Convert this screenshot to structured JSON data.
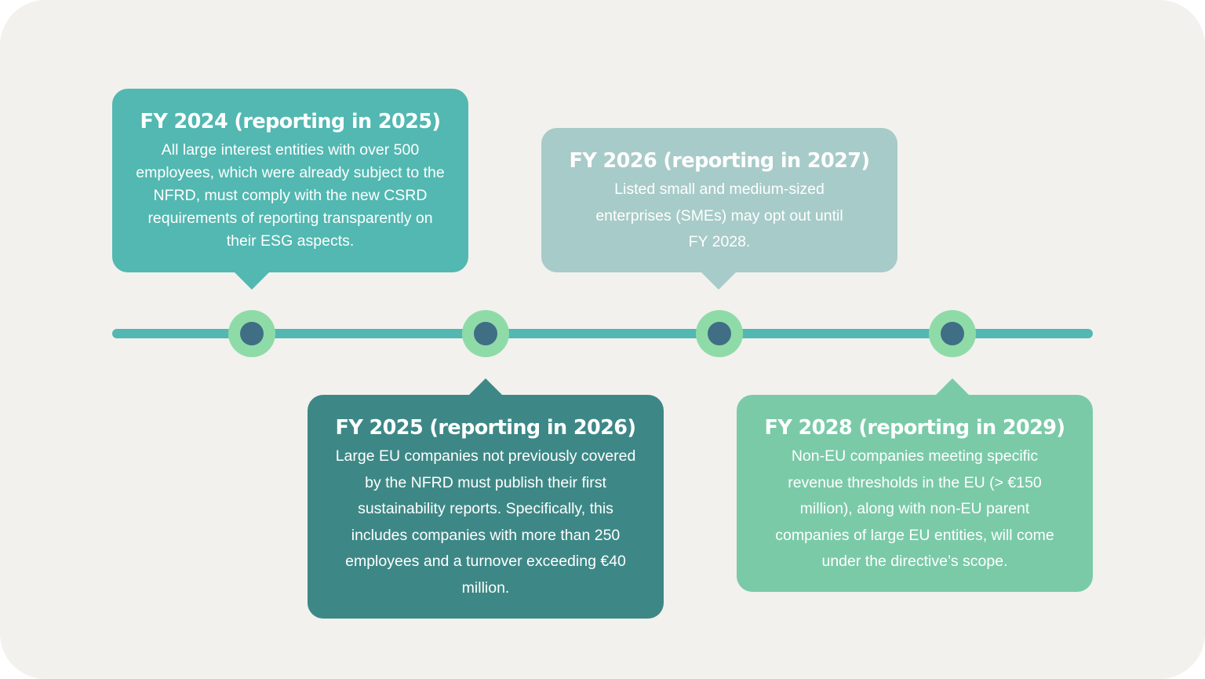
{
  "milestones": [
    {
      "title": "FY 2024 (reporting in 2025)",
      "text": "All large interest entities with over 500 employees, which were already subject to the NFRD, must comply with the new CSRD requirements of reporting transparently on their ESG aspects.",
      "color": "#52b8b1"
    },
    {
      "title": "FY 2025 (reporting in 2026)",
      "text": "Large EU companies not previously covered by the NFRD must publish their first sustainability reports. Specifically, this includes companies with more than 250 employees and a turnover exceeding €40 million.",
      "color": "#3d8886"
    },
    {
      "title": "FY 2026 (reporting in 2027)",
      "text": "Listed small and medium-sized enterprises (SMEs) may opt out until FY 2028.",
      "color": "#a7cbc8"
    },
    {
      "title": "FY 2028 (reporting in 2029)",
      "text": "Non-EU companies meeting specific revenue thresholds in the EU (> €150 million), along with non-EU parent companies of large EU entities, will come under the directive’s scope.",
      "color": "#7acaa8"
    }
  ],
  "timeline": {
    "line_color": "#52b8b1",
    "node_ring_color": "#8fdba8",
    "node_center_color": "#3f6e85"
  },
  "background_color": "#f2f1ee"
}
